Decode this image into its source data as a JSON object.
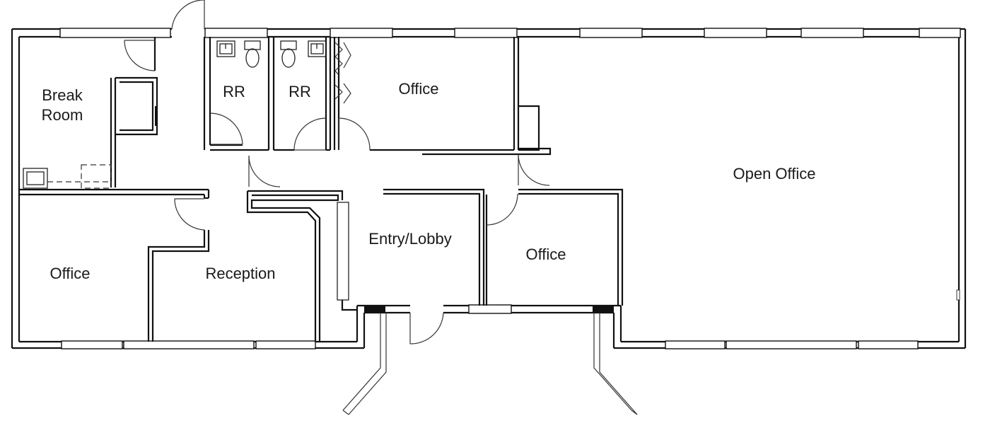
{
  "rooms": [
    {
      "id": "break-room",
      "lines": [
        "Break",
        "Room"
      ]
    },
    {
      "id": "rr-1",
      "lines": [
        "RR"
      ]
    },
    {
      "id": "rr-2",
      "lines": [
        "RR"
      ]
    },
    {
      "id": "office-top",
      "lines": [
        "Office"
      ]
    },
    {
      "id": "open-office",
      "lines": [
        "Open Office"
      ]
    },
    {
      "id": "entry-lobby",
      "lines": [
        "Entry/Lobby"
      ]
    },
    {
      "id": "office-middle",
      "lines": [
        "Office"
      ]
    },
    {
      "id": "office-left",
      "lines": [
        "Office"
      ]
    },
    {
      "id": "reception",
      "lines": [
        "Reception"
      ]
    }
  ]
}
